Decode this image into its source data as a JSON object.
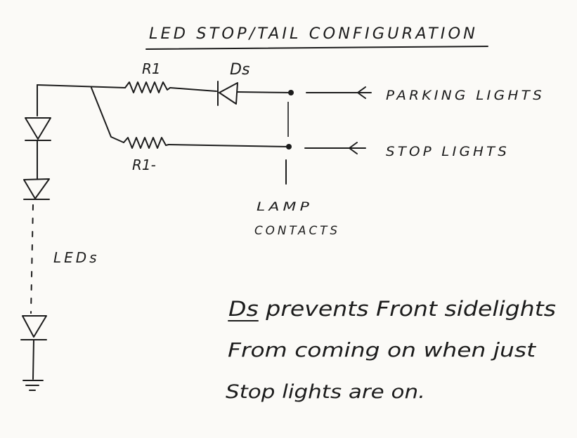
{
  "title": "LED STOP/TAIL CONFIGURATION",
  "labels": {
    "r1_top": "R1",
    "ds": "Ds",
    "r1_bottom": "R1-",
    "parking": "PARKING LIGHTS",
    "stop": "STOP LIGHTS",
    "lamp_line1": "LAMP",
    "lamp_line2": "CONTACTS",
    "leds": "LEDs"
  },
  "note": {
    "emph": "Ds",
    "line1_rest": " prevents Front sidelights",
    "line2": "From coming on when just",
    "line3": "Stop lights are on."
  }
}
